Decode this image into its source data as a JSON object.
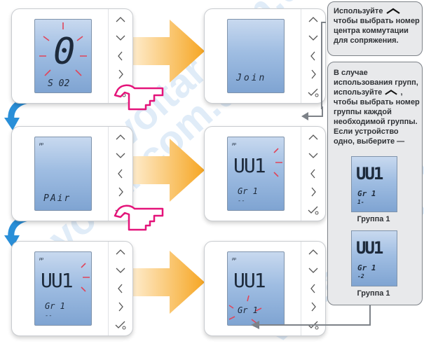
{
  "devices": [
    {
      "main": "0",
      "sub": "S 02"
    },
    {
      "main": "Join",
      "sub": ""
    },
    {
      "main": "",
      "sub": "PAir"
    },
    {
      "main": "UU1",
      "sub": "Gr   1",
      "subdash": "--"
    },
    {
      "main": "UU1",
      "sub": "Gr   1",
      "subdash": "--"
    },
    {
      "main": "UU1",
      "sub": "Gr   1",
      "subdash": "--"
    }
  ],
  "panel_top": {
    "line1": "Используйте",
    "line2": "чтобы выбрать номер центра коммутации для сопряжения."
  },
  "panel_bottom": {
    "line1": "В случае использования групп, используйте",
    "line2": ", чтобы выбрать номер группы каждой необходимой группы. Если устройство одно, выберите —"
  },
  "examples": [
    {
      "main": "UU1",
      "sub": "Gr   1",
      "subdash": "1-",
      "caption": "Группа 1"
    },
    {
      "main": "UU1",
      "sub": "Gr   1",
      "subdash": "-2",
      "caption": "Группа 1"
    }
  ],
  "watermarks": [
    "voltar.com.ua",
    "voltar.com.ua",
    "voltar.com.ua",
    "voltar.com.ua"
  ],
  "colors": {
    "accent_blue": "#2a8fd8",
    "arrow_orange": "#f6a623",
    "blink_red": "#e0455a",
    "hand": "#e4147a"
  }
}
